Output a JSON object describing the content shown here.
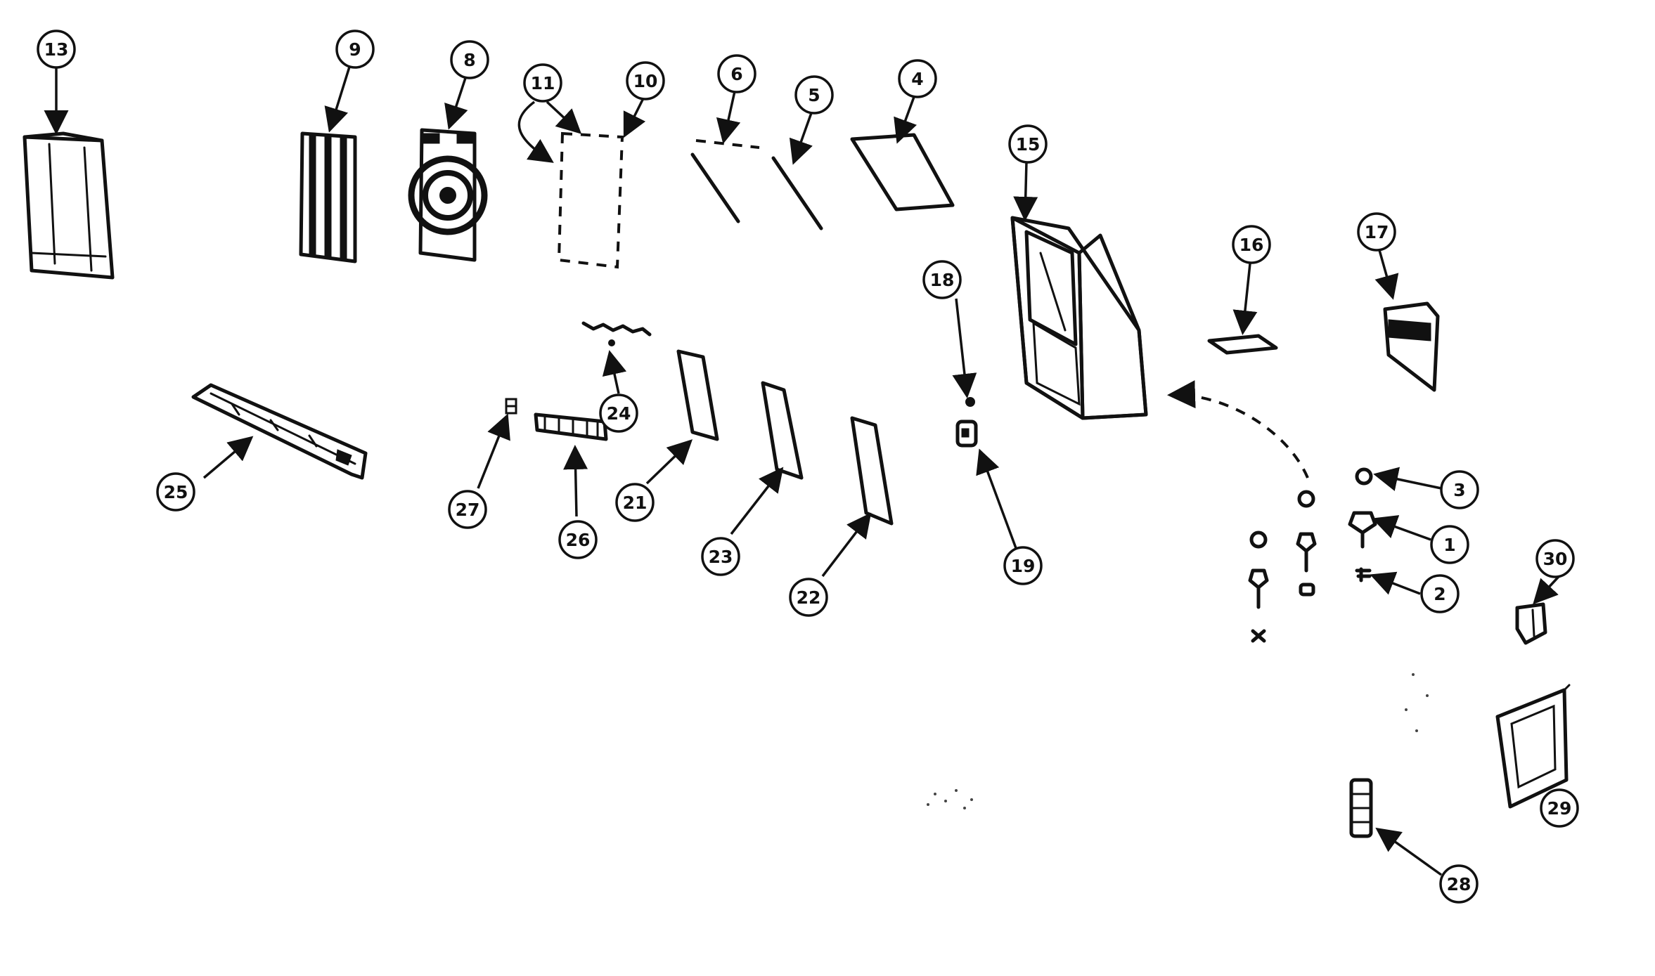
{
  "callouts": [
    {
      "label": "13"
    },
    {
      "label": "9"
    },
    {
      "label": "8"
    },
    {
      "label": "11"
    },
    {
      "label": "10"
    },
    {
      "label": "6"
    },
    {
      "label": "5"
    },
    {
      "label": "4"
    },
    {
      "label": "15"
    },
    {
      "label": "16"
    },
    {
      "label": "17"
    },
    {
      "label": "18"
    },
    {
      "label": "19"
    },
    {
      "label": "24"
    },
    {
      "label": "25"
    },
    {
      "label": "27"
    },
    {
      "label": "26"
    },
    {
      "label": "21"
    },
    {
      "label": "23"
    },
    {
      "label": "22"
    },
    {
      "label": "3"
    },
    {
      "label": "1"
    },
    {
      "label": "2"
    },
    {
      "label": "30"
    },
    {
      "label": "29"
    },
    {
      "label": "28"
    }
  ]
}
